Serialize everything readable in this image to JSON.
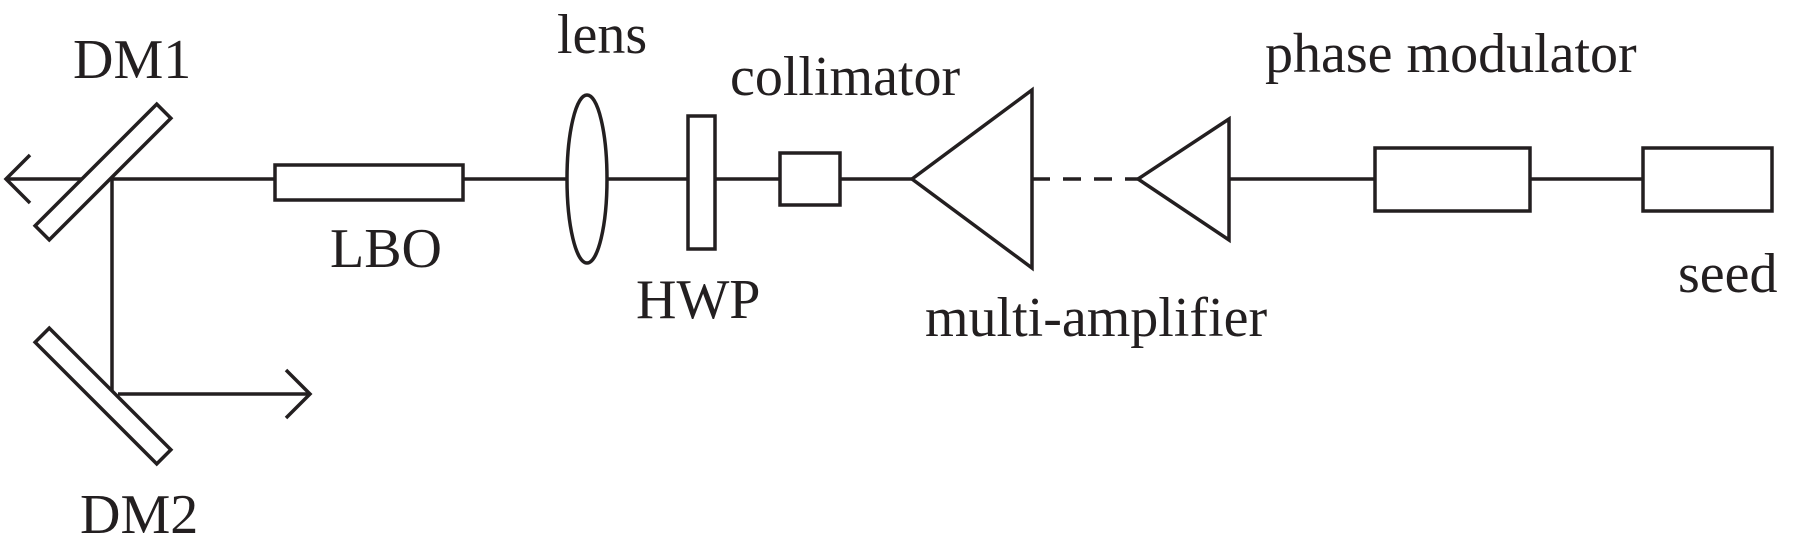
{
  "labels": {
    "dm1": "DM1",
    "dm2": "DM2",
    "lbo": "LBO",
    "lens": "lens",
    "hwp": "HWP",
    "collimator": "collimator",
    "multi_amplifier": "multi-amplifier",
    "phase_modulator": "phase modulator",
    "seed": "seed"
  },
  "colors": {
    "stroke": "#231f20",
    "background": "#ffffff"
  }
}
